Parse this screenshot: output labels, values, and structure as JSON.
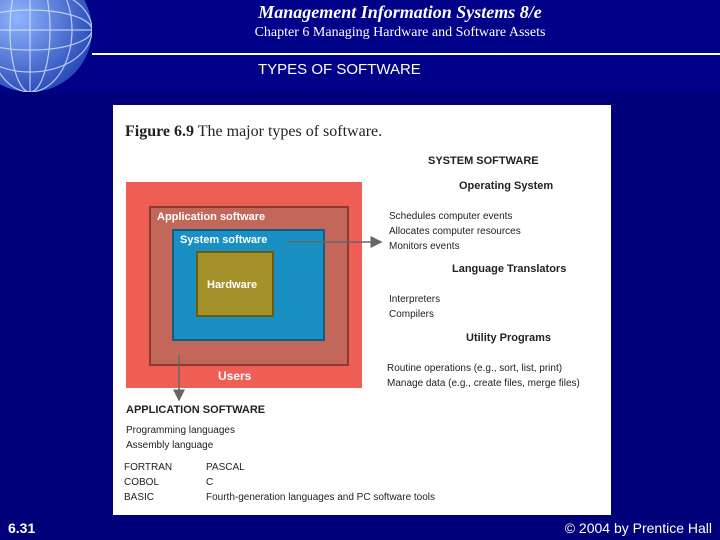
{
  "header": {
    "title": "Management Information Systems 8/e",
    "subtitle": "Chapter 6 Managing Hardware and Software Assets",
    "slide_heading": "TYPES OF SOFTWARE"
  },
  "figure": {
    "caption_number": "Figure 6.9",
    "caption_text": "The major types of software.",
    "diagram": {
      "users": "Users",
      "application_software": "Application software",
      "system_software": "System software",
      "hardware": "Hardware"
    },
    "system_software": {
      "heading": "SYSTEM SOFTWARE",
      "operating_system": {
        "heading": "Operating System",
        "items": [
          "Schedules computer events",
          "Allocates computer resources",
          "Monitors events"
        ]
      },
      "language_translators": {
        "heading": "Language Translators",
        "items": [
          "Interpreters",
          "Compilers"
        ]
      },
      "utility_programs": {
        "heading": "Utility Programs",
        "items": [
          "Routine operations (e.g., sort, list, print)",
          "Manage data (e.g., create files, merge files)"
        ]
      }
    },
    "application_software": {
      "heading": "APPLICATION SOFTWARE",
      "items": [
        "Programming languages",
        "Assembly language"
      ],
      "languages_col1": [
        "FORTRAN",
        "COBOL",
        "BASIC"
      ],
      "languages_col2": [
        "PASCAL",
        "C",
        "Fourth-generation languages and PC software tools"
      ]
    }
  },
  "footer": {
    "slide_number": "6.31",
    "copyright": "© 2004 by Prentice Hall"
  },
  "colors": {
    "background": "#00007a",
    "users_box": "#ef5e55",
    "application_box": "#c2675a",
    "system_box": "#1a8fc2",
    "hardware_box": "#a5912a"
  }
}
